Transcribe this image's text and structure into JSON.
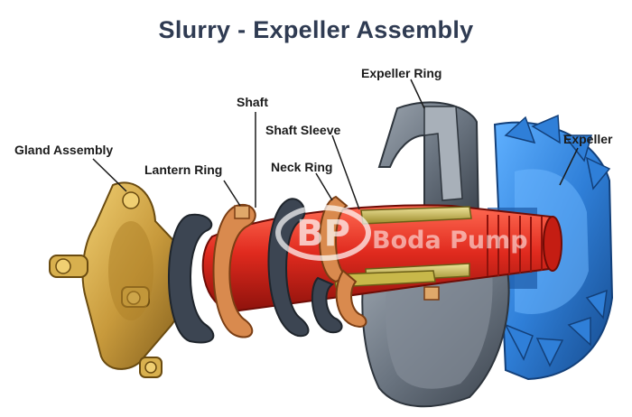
{
  "title": "Slurry - Expeller Assembly",
  "labels": {
    "gland_assembly": "Gland Assembly",
    "lantern_ring": "Lantern Ring",
    "shaft": "Shaft",
    "shaft_sleeve": "Shaft Sleeve",
    "neck_ring": "Neck Ring",
    "expeller_ring": "Expeller Ring",
    "expeller": "Expeller"
  },
  "watermark": {
    "logo_text": "BP",
    "brand": "Boda Pump"
  },
  "colors": {
    "gland": "#c89a3c",
    "shaft": "#e02a1e",
    "sleeve": "#c8b84a",
    "rings": "#3c4552",
    "neck_ring": "#d98a4e",
    "expeller_ring": "#6a7480",
    "expeller": "#2f7fd8",
    "title": "#2f3b52"
  }
}
